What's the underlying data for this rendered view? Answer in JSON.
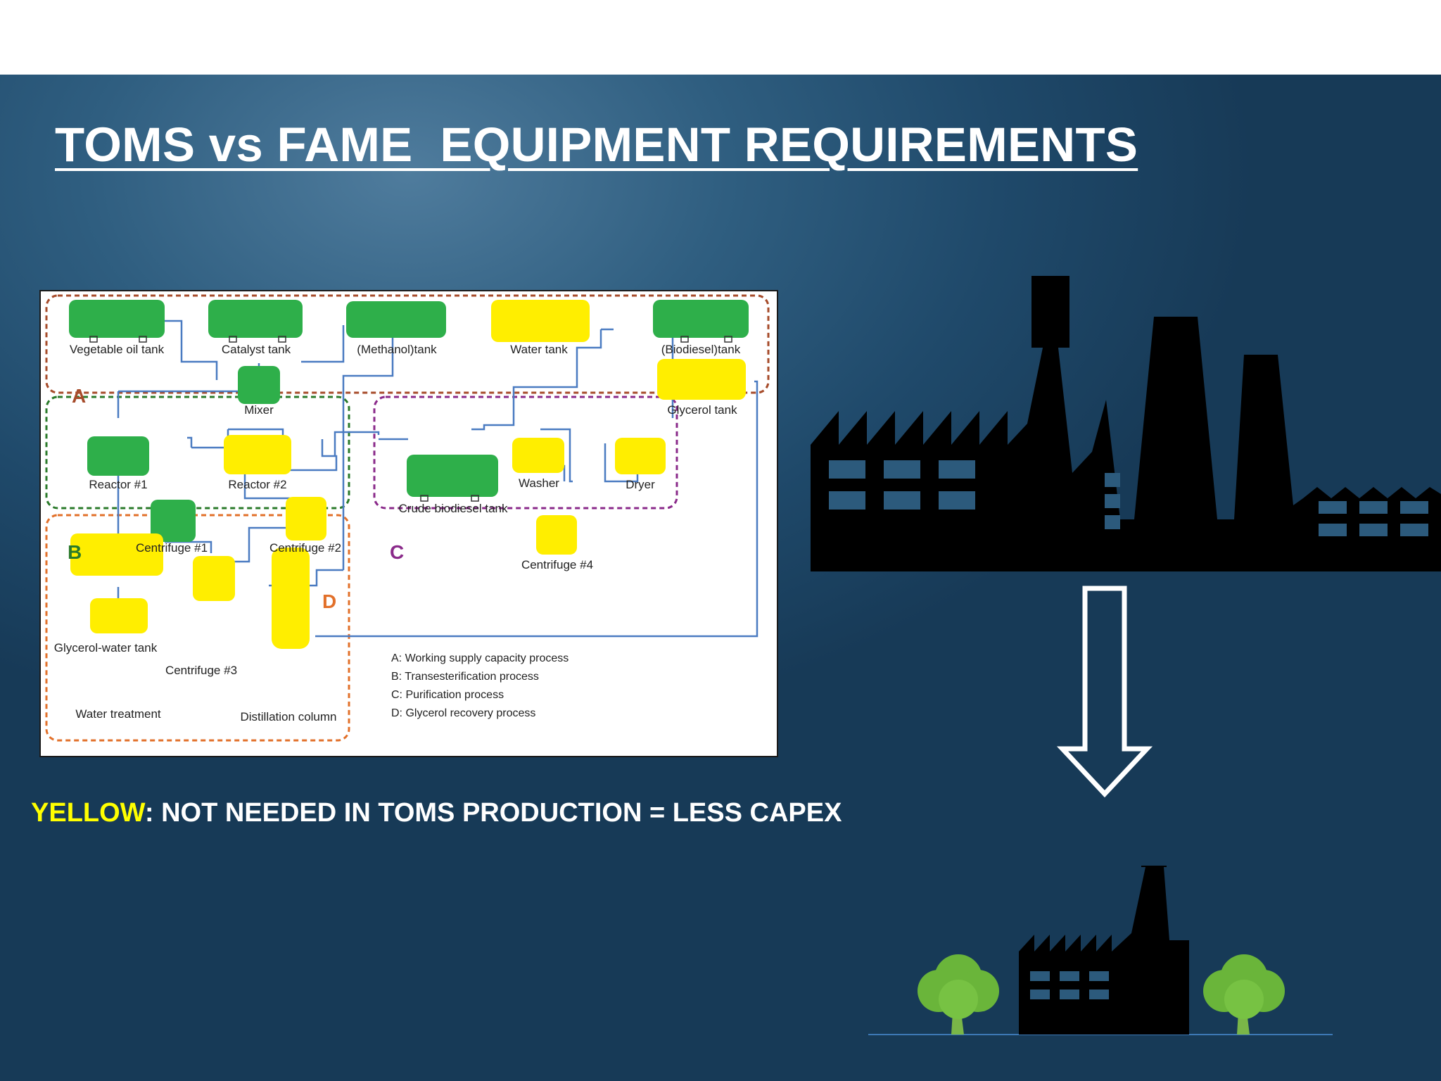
{
  "slide": {
    "title": "TOMS vs FAME  EQUIPMENT REQUIREMENTS",
    "note": {
      "highlight": "YELLOW",
      "text": ": NOT NEEDED IN TOMS PRODUCTION = LESS CAPEX"
    }
  },
  "colors": {
    "needed": "#2eaf4a",
    "not_needed": "#ffee00",
    "section_a": "#a64b2a",
    "section_b": "#2a7a2a",
    "section_c": "#8a2a8a",
    "section_d": "#e2702a",
    "highlight": "#ffff00",
    "pipe": "#4a7bc1"
  },
  "flow": {
    "sections": [
      {
        "id": "A",
        "label": "A"
      },
      {
        "id": "B",
        "label": "B"
      },
      {
        "id": "C",
        "label": "C"
      },
      {
        "id": "D",
        "label": "D"
      }
    ],
    "equipment": [
      {
        "id": "veg_oil",
        "label": "Vegetable oil tank",
        "status": "needed"
      },
      {
        "id": "catalyst",
        "label": "Catalyst tank",
        "status": "needed"
      },
      {
        "id": "methanol",
        "label": "(Methanol)tank",
        "status": "needed"
      },
      {
        "id": "water",
        "label": "Water tank",
        "status": "not_needed"
      },
      {
        "id": "biodiesel",
        "label": "(Biodiesel)tank",
        "status": "needed"
      },
      {
        "id": "glycerol",
        "label": "Glycerol tank",
        "status": "not_needed"
      },
      {
        "id": "mixer",
        "label": "Mixer",
        "status": "needed"
      },
      {
        "id": "reactor1",
        "label": "Reactor #1",
        "status": "needed"
      },
      {
        "id": "reactor2",
        "label": "Reactor #2",
        "status": "not_needed"
      },
      {
        "id": "centrifuge1",
        "label": "Centrifuge #1",
        "status": "needed"
      },
      {
        "id": "centrifuge2",
        "label": "Centrifuge #2",
        "status": "not_needed"
      },
      {
        "id": "crude",
        "label": "Crude biodiesel tank",
        "status": "needed"
      },
      {
        "id": "washer",
        "label": "Washer",
        "status": "not_needed"
      },
      {
        "id": "dryer",
        "label": "Dryer",
        "status": "not_needed"
      },
      {
        "id": "centrifuge4",
        "label": "Centrifuge #4",
        "status": "not_needed"
      },
      {
        "id": "glyc_water",
        "label": "Glycerol-water tank",
        "status": "not_needed"
      },
      {
        "id": "centrifuge3",
        "label": "Centrifuge #3",
        "status": "not_needed"
      },
      {
        "id": "water_treat",
        "label": "Water treatment",
        "status": "not_needed"
      },
      {
        "id": "distillation",
        "label": "Distillation column",
        "status": "not_needed"
      }
    ],
    "legend": [
      "A: Working supply capacity process",
      "B: Transesterification process",
      "C: Purification process",
      "D: Glycerol recovery process"
    ]
  }
}
